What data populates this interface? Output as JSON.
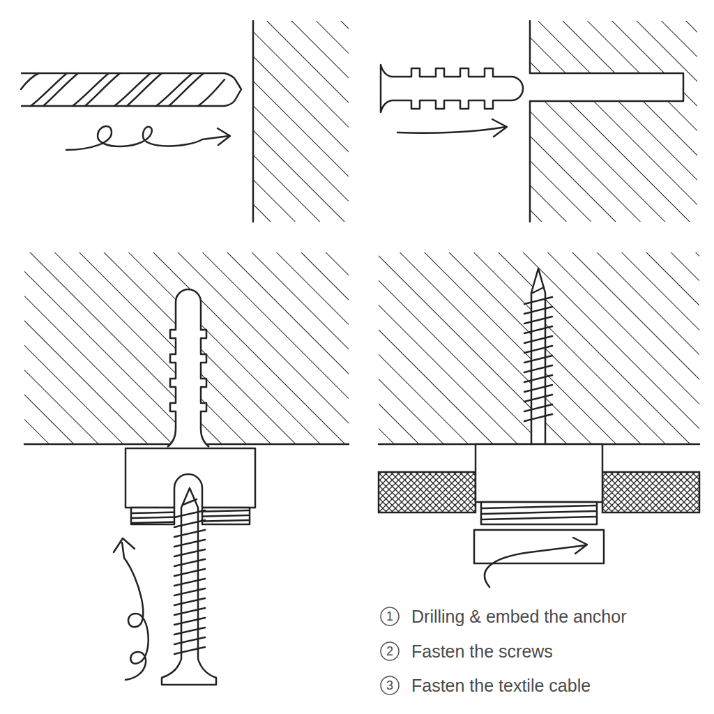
{
  "diagram": {
    "nodes": [
      {
        "text": [
          "1"
        ]
      },
      {
        "text": [
          "2"
        ]
      },
      {
        "text": [
          "3"
        ]
      }
    ],
    "labels": [
      "Drilling & embed the anchor",
      "Fasten the screws",
      "Fasten the textile cable"
    ]
  }
}
